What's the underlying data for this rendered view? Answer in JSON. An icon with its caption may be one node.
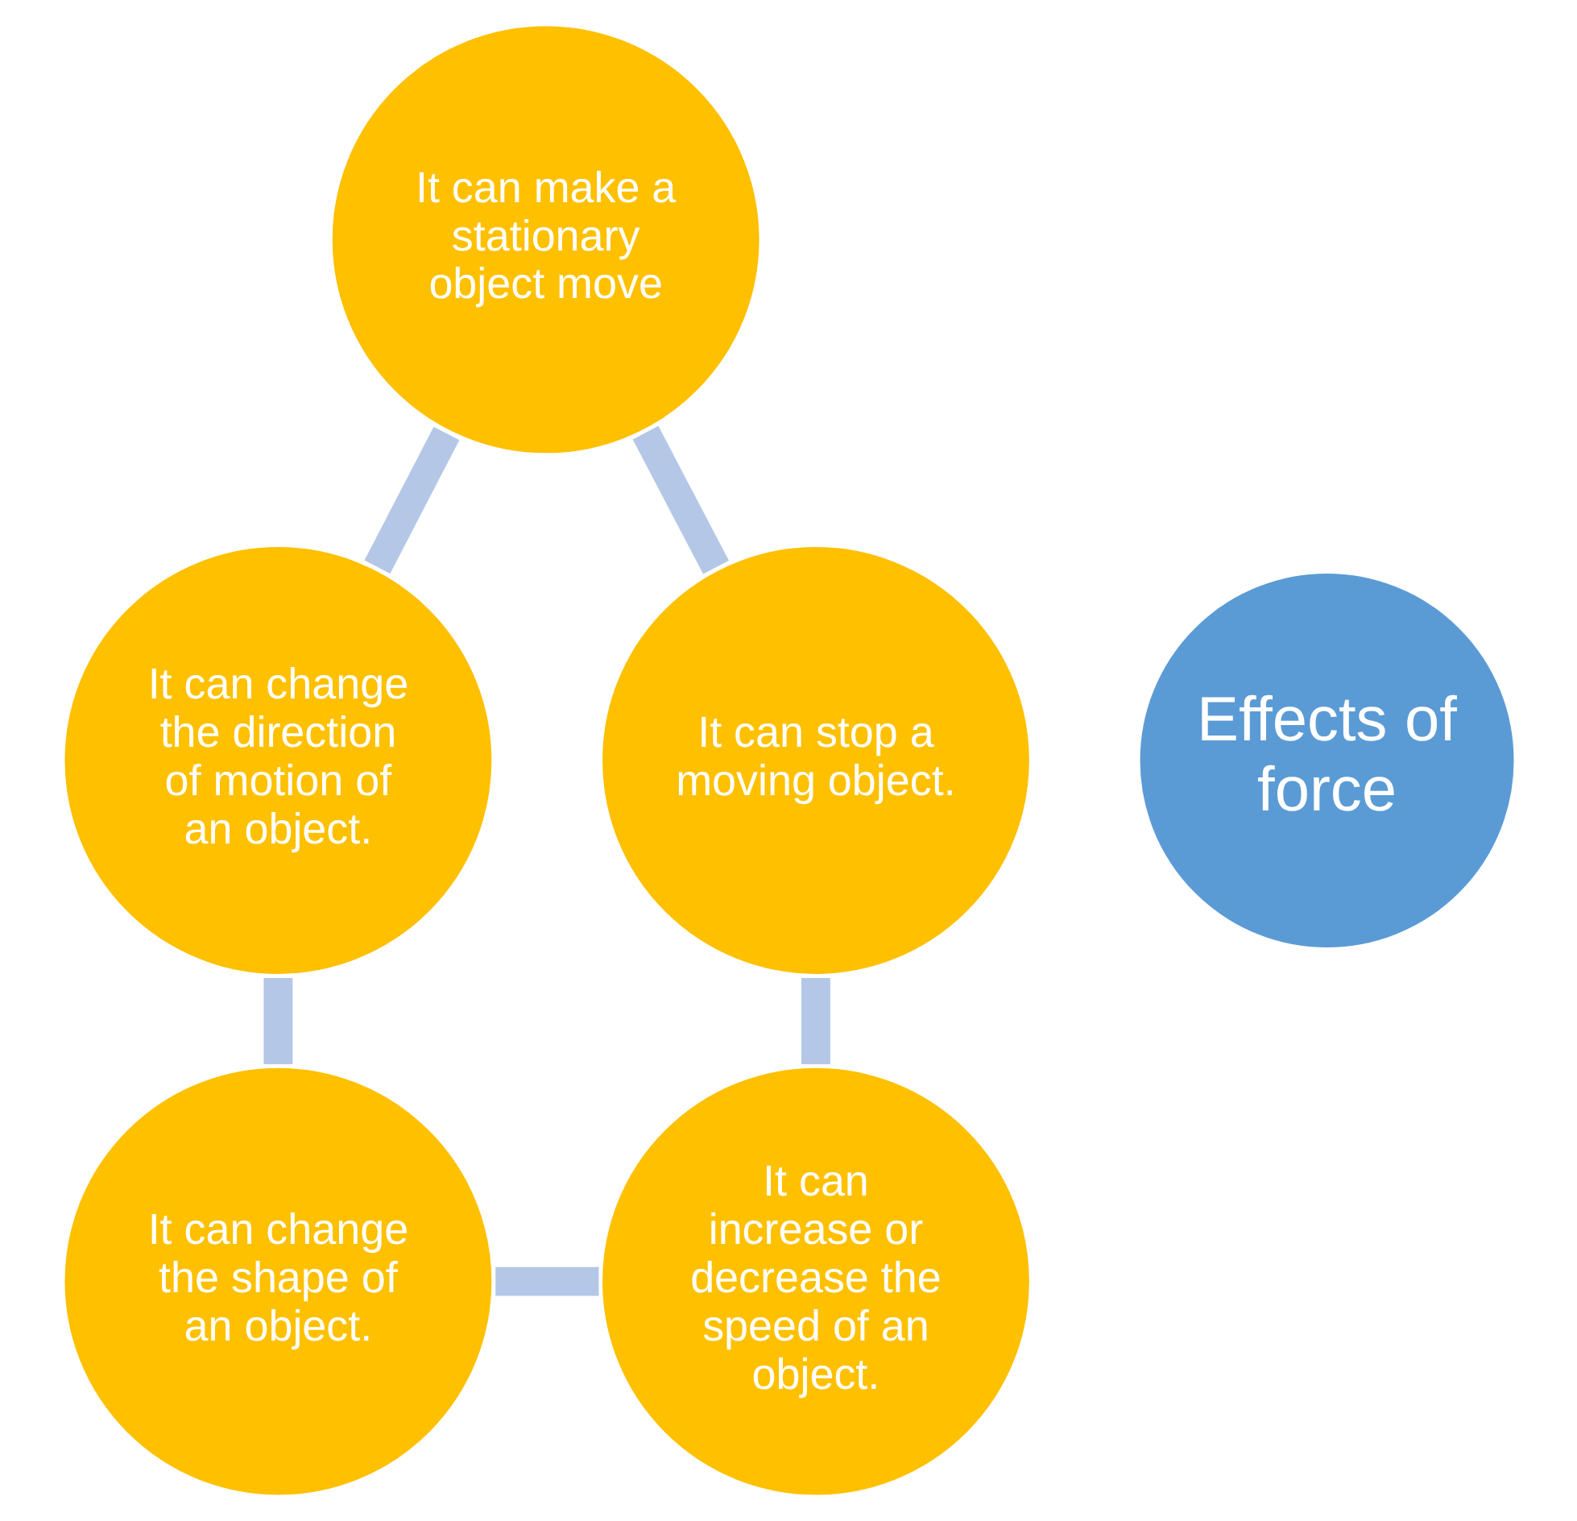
{
  "diagram": {
    "nodes": [
      {
        "text": [
          "Effects of force"
        ]
      },
      {
        "text": [
          "It can make a stationary object move"
        ]
      },
      {
        "text": [
          "It can stop a moving object."
        ]
      },
      {
        "text": [
          "It can increase or decrease the speed of an object."
        ]
      },
      {
        "text": [
          "It can change the shape of an object."
        ]
      },
      {
        "text": [
          "It can change the direction of motion of an object."
        ]
      }
    ],
    "edges": [
      {
        "from": 1,
        "to": 2,
        "arrow": "none"
      },
      {
        "from": 2,
        "to": 3,
        "arrow": "none"
      },
      {
        "from": 4,
        "to": 3,
        "arrow": "none"
      },
      {
        "from": 5,
        "to": 4,
        "arrow": "none"
      },
      {
        "from": 1,
        "to": 5,
        "arrow": "none"
      }
    ]
  }
}
